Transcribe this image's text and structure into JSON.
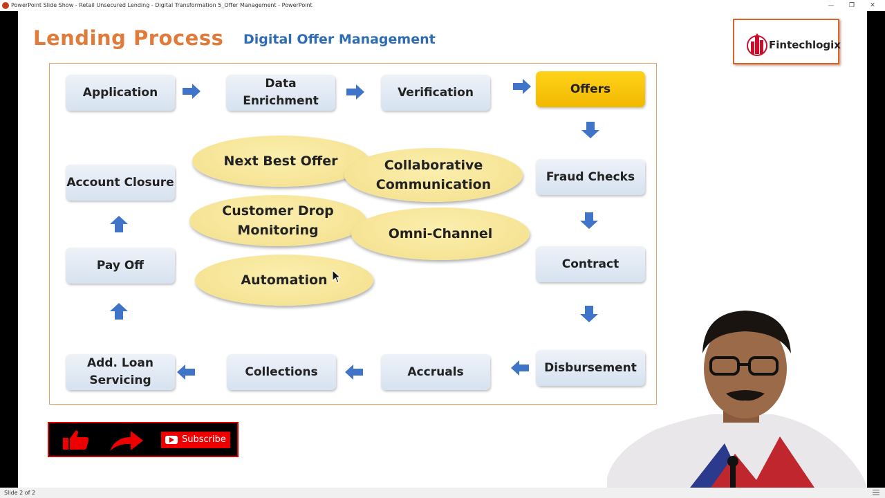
{
  "window": {
    "title": "PowerPoint Slide Show  -  Retail Unsecured Lending - Digital Transformation 5_Offer Management - PowerPoint",
    "controls": {
      "minimize": "—",
      "restore": "❐",
      "close": "✕"
    }
  },
  "slide": {
    "title": "Lending Process",
    "subtitle": "Digital Offer Management",
    "logo_text": "Fintechlogix",
    "steps": {
      "application": "Application",
      "data_enrichment": "Data Enrichment",
      "verification": "Verification",
      "offers": "Offers",
      "fraud_checks": "Fraud Checks",
      "contract": "Contract",
      "disbursement": "Disbursement",
      "accruals": "Accruals",
      "collections": "Collections",
      "add_loan_servicing": "Add. Loan Servicing",
      "pay_off": "Pay Off",
      "account_closure": "Account Closure"
    },
    "features": {
      "next_best_offer": "Next Best Offer",
      "collaborative_communication": "Collaborative Communication",
      "customer_drop_monitoring": "Customer Drop Monitoring",
      "omni_channel": "Omni-Channel",
      "automation": "Automation"
    },
    "subscribe_label": "Subscribe"
  },
  "status": {
    "slide_indicator": "Slide 2 of 2"
  },
  "colors": {
    "title_orange": "#e07b39",
    "subtitle_blue": "#2e6db4",
    "offers_yellow": "#ffd31a",
    "arrow_blue": "#3f74c9",
    "oval_yellow": "#f4df8a"
  }
}
